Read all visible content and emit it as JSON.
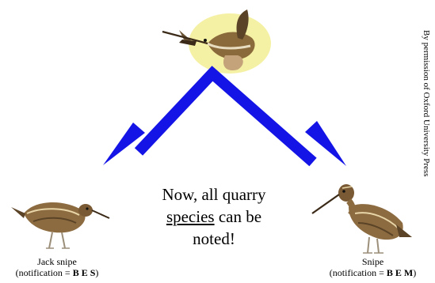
{
  "center_text": {
    "line1": "Now, all quarry",
    "line2_underlined": "species",
    "line2_rest": " can be",
    "line3": "noted!"
  },
  "left_caption": {
    "name": "Jack snipe",
    "notification_prefix": "(notification = ",
    "notification_codes": "B E S",
    "notification_suffix": ")"
  },
  "right_caption": {
    "name": "Snipe",
    "notification_prefix": "(notification = ",
    "notification_codes": "B E M",
    "notification_suffix": ")"
  },
  "credit": "By permission of Oxford University Press",
  "colors": {
    "arrow": "#1414e6",
    "halo": "#f2f08a"
  }
}
